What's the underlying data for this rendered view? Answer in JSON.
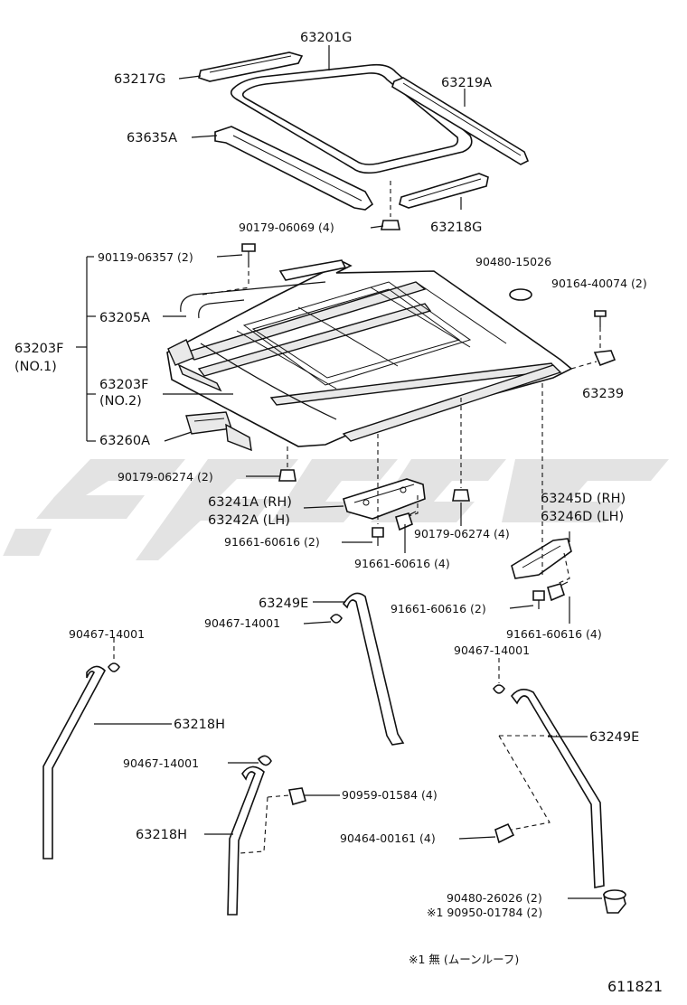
{
  "parts": {
    "p63201G": "63201G",
    "p63217G": "63217G",
    "p63219A": "63219A",
    "p63635A": "63635A",
    "p90179_06069": "90179-06069 (4)",
    "p63218G": "63218G",
    "p90119_06357": "90119-06357 (2)",
    "p90480_15026": "90480-15026",
    "p90164_40074": "90164-40074 (2)",
    "p63205A": "63205A",
    "p63203F_no1": "63203F",
    "no1": "(NO.1)",
    "p63203F_no2": "63203F",
    "no2": "(NO.2)",
    "p63239": "63239",
    "p63260A": "63260A",
    "p90179_06274a": "90179-06274 (2)",
    "p63241A": "63241A (RH)",
    "p63242A": "63242A (LH)",
    "p63245D": "63245D (RH)",
    "p63246D": "63246D (LH)",
    "p91661_a": "91661-60616 (2)",
    "p90179_06274b": "90179-06274 (4)",
    "p91661_b": "91661-60616 (4)",
    "p63249E_top": "63249E",
    "p90467_a": "90467-14001",
    "p91661_c": "91661-60616 (2)",
    "p90467_left": "90467-14001",
    "p91661_d": "91661-60616 (4)",
    "p90467_right": "90467-14001",
    "p63218H_a": "63218H",
    "p63249E_right": "63249E",
    "p90467_mid": "90467-14001",
    "p90959": "90959-01584 (4)",
    "p63218H_b": "63218H",
    "p90464": "90464-00161 (4)",
    "p90480_26026": "90480-26026 (2)",
    "p90950": "※1 90950-01784 (2)"
  },
  "footnote": "※1 無 (ムーンルーフ)",
  "diagram_id": "611821",
  "colors": {
    "line": "#111111",
    "watermark": "#e3e3e3"
  }
}
